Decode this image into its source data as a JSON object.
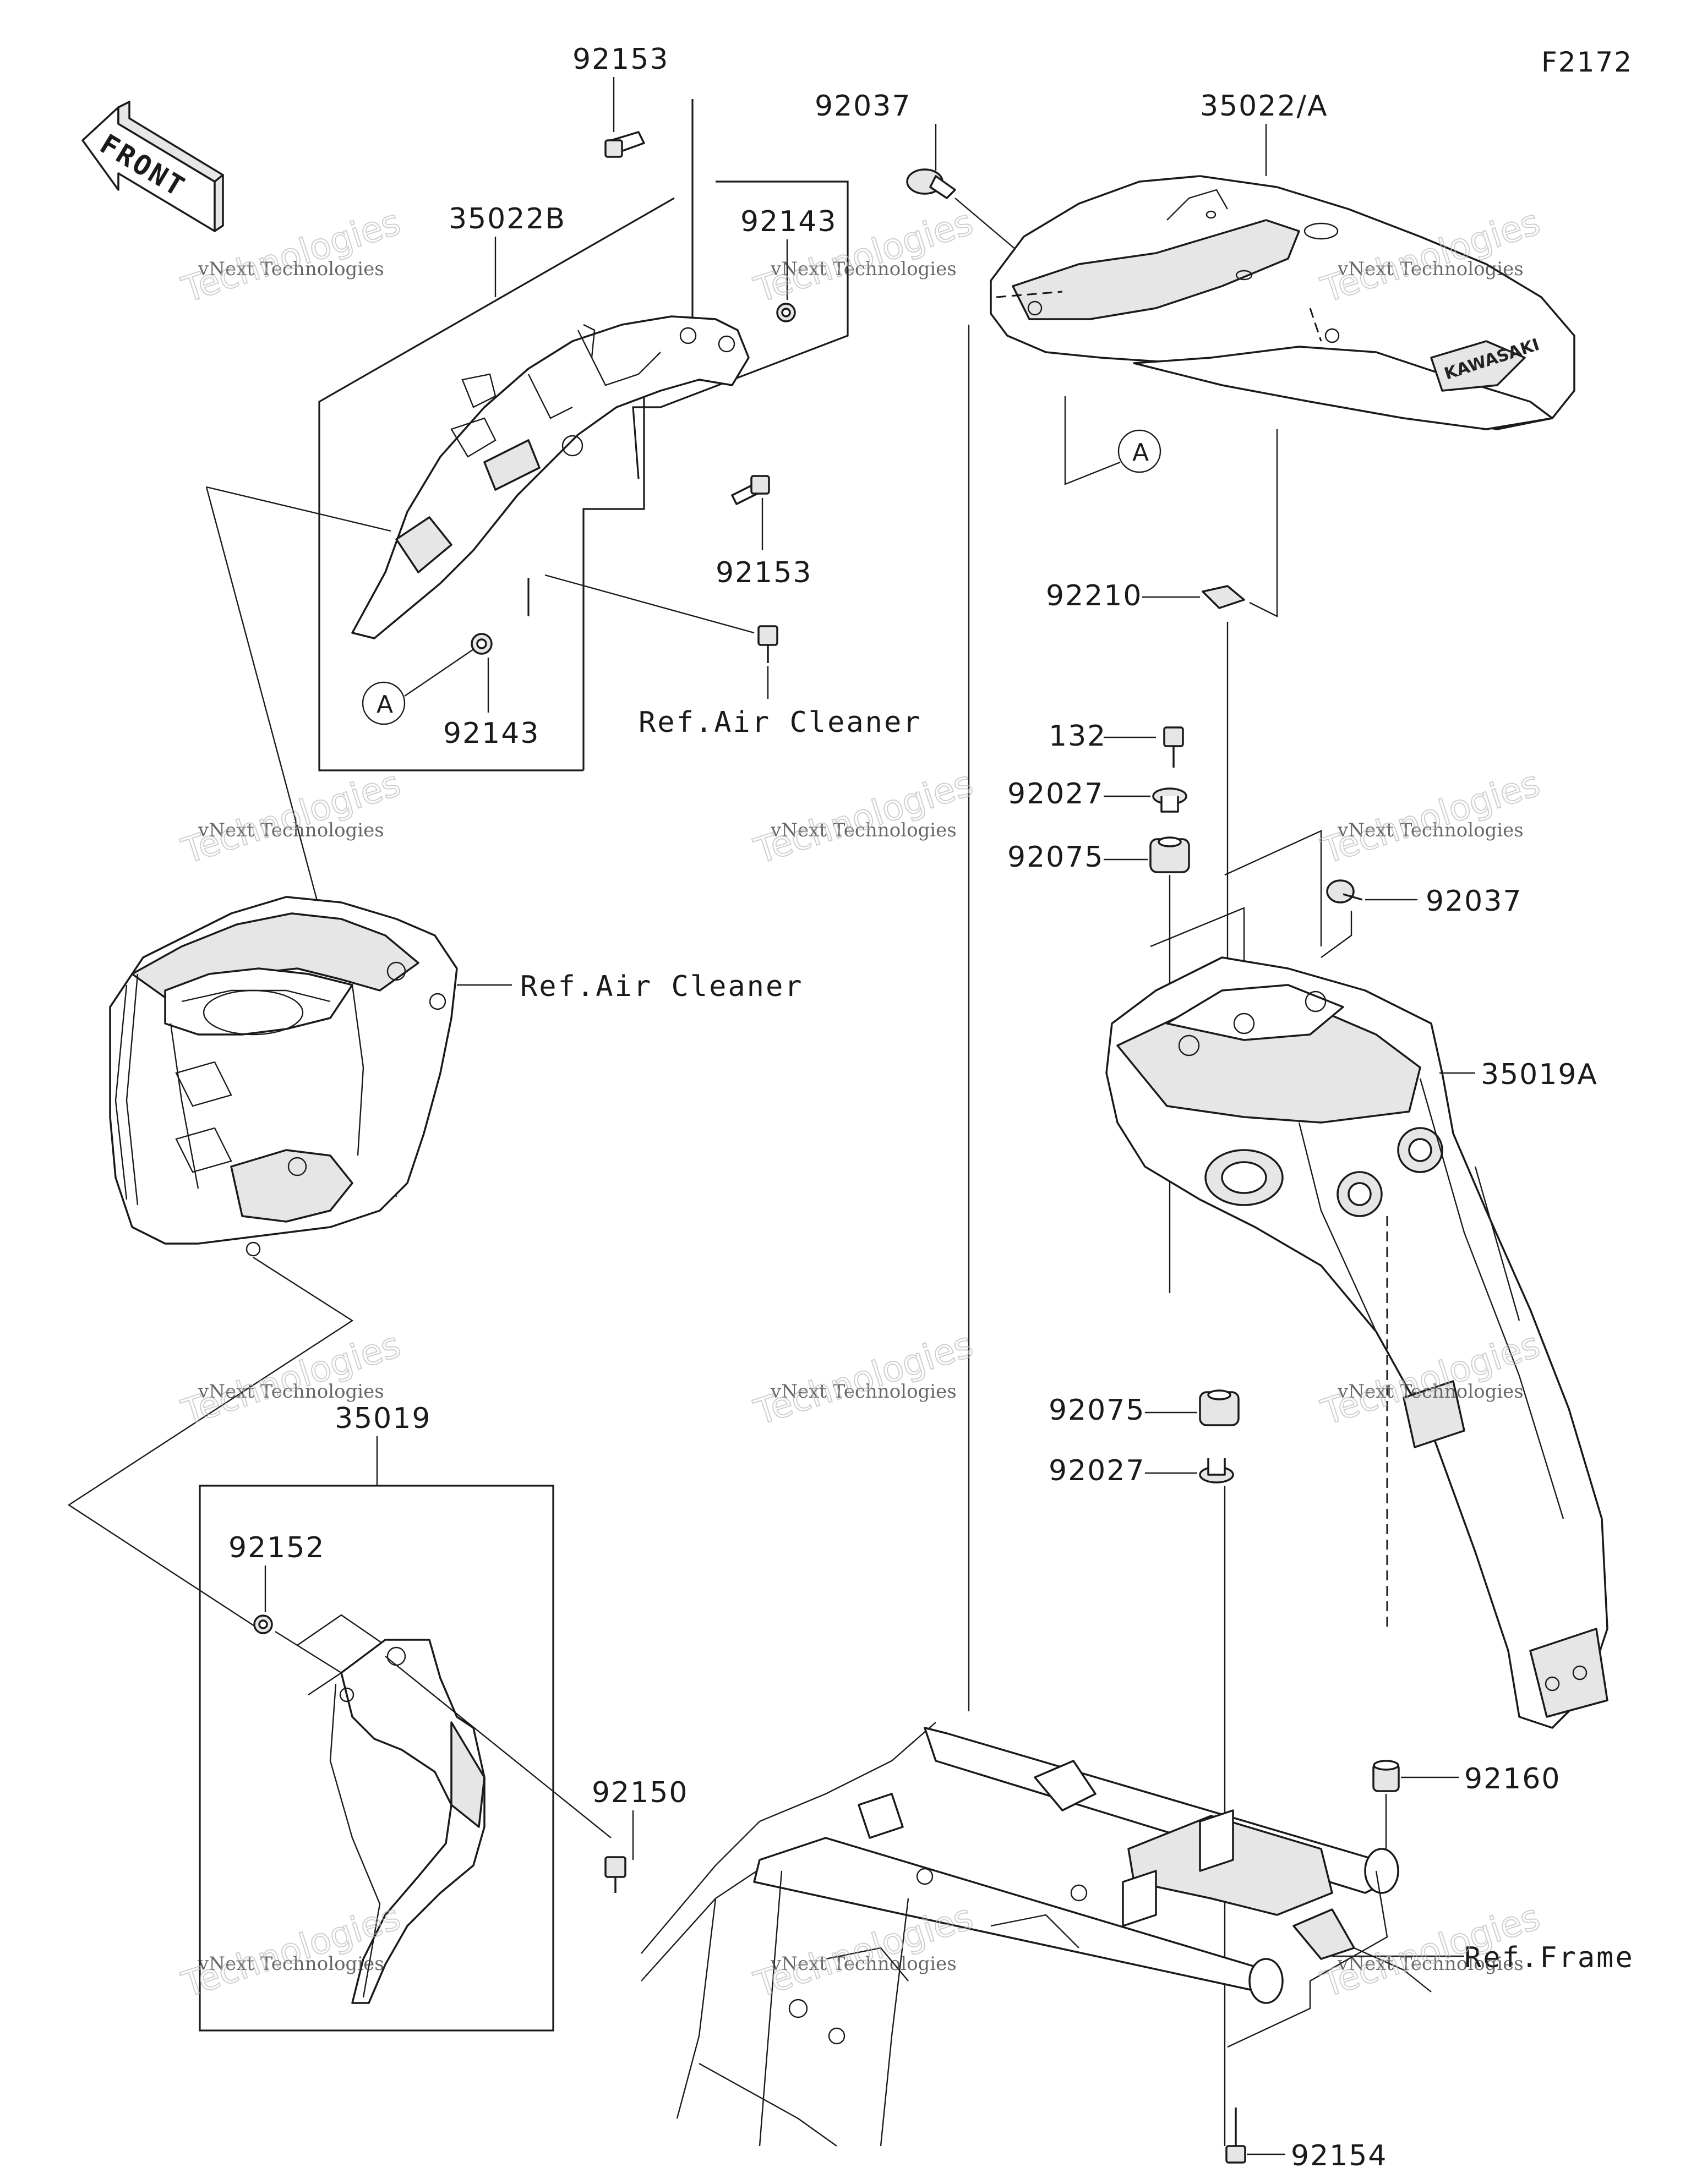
{
  "figure_id": "F2172",
  "front_indicator": "FRONT",
  "parts": {
    "p92153_top": "92153",
    "p35022B": "35022B",
    "p92143_top": "92143",
    "p92153_mid": "92153",
    "p92143_bot": "92143",
    "p92037_top": "92037",
    "p35022A": "35022/A",
    "p92210": "92210",
    "p132": "132",
    "p92027_top": "92027",
    "p92075_top": "92075",
    "p92037_right": "92037",
    "p35019A": "35019A",
    "p92075_bot": "92075",
    "p92027_bot": "92027",
    "p35019": "35019",
    "p92152": "92152",
    "p92150": "92150",
    "p92160": "92160",
    "p92154": "92154"
  },
  "refs": {
    "air_cleaner_1": "Ref.Air Cleaner",
    "air_cleaner_2": "Ref.Air Cleaner",
    "frame": "Ref.Frame"
  },
  "callouts": {
    "a_left": "A",
    "a_right": "A"
  },
  "watermark": {
    "line1": "vNext Technologies",
    "line2": "Technologies",
    "line3": "vNext"
  }
}
